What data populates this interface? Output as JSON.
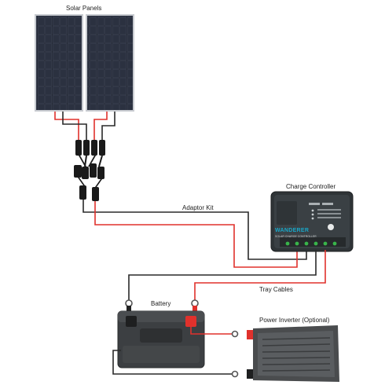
{
  "labels": {
    "solar_panels": "Solar Panels",
    "charge_controller": "Charge Controller",
    "adaptor_kit": "Adaptor Kit",
    "tray_cables": "Tray Cables",
    "battery": "Battery",
    "power_inverter": "Power Inverter (Optional)"
  },
  "controller": {
    "brand": "WANDERER",
    "subtitle": "SOLAR CHARGE CONTROLLER"
  },
  "colors": {
    "positive_wire": "#e0312c",
    "negative_wire": "#2a2a2a",
    "panel": "#1f2430",
    "controller": "#2f3437",
    "controller_brand": "#19a7c8"
  }
}
